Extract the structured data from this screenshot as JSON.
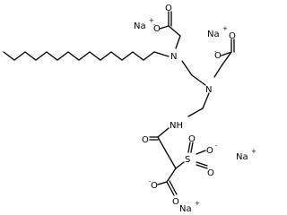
{
  "diagram": {
    "atoms": {
      "na1": "Na",
      "na2": "Na",
      "na3": "Na",
      "na4": "Na",
      "plus": "+",
      "minus": "-",
      "n_top": "N",
      "n_mid": "N",
      "nh": "NH",
      "o": "O",
      "s": "S"
    }
  }
}
